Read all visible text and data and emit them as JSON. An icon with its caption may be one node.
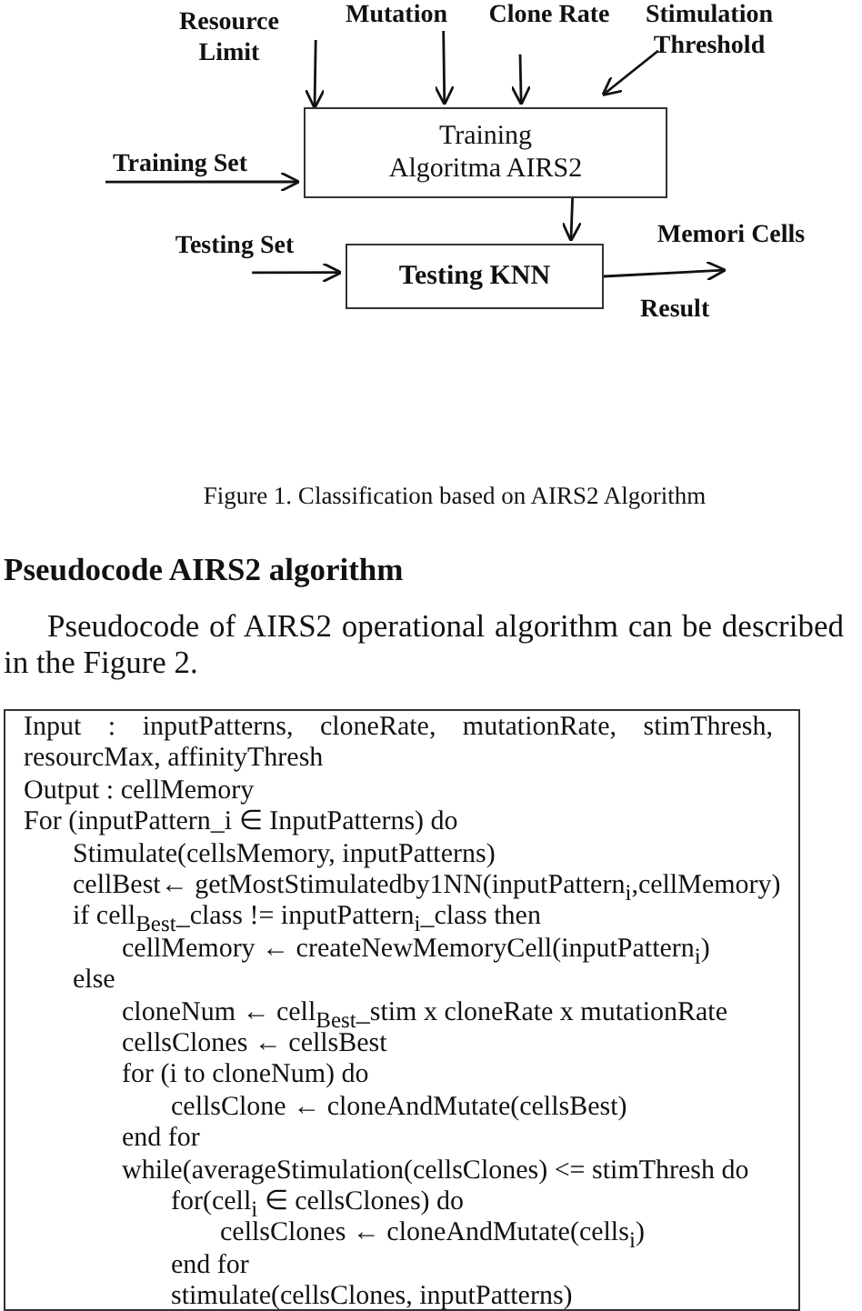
{
  "diagram": {
    "caption": "Figure 1. Classification based on AIRS2 Algorithm",
    "nodes": [
      {
        "text": [
          "Resource Limit"
        ]
      },
      {
        "text": [
          "Mutation"
        ]
      },
      {
        "text": [
          "Clone Rate"
        ]
      },
      {
        "text": [
          "Stimulation Threshold"
        ]
      },
      {
        "text": [
          "Training Set"
        ]
      },
      {
        "text": [
          "Training Algoritma AIRS2"
        ]
      },
      {
        "text": [
          "Testing Set"
        ]
      },
      {
        "text": [
          "Testing KNN"
        ]
      },
      {
        "text": [
          "Memori Cells"
        ]
      },
      {
        "text": [
          "Input : inputPatterns, cloneRate, mutationRate, stimThresh, resourcMax, affinityThresh",
          "Output : cellMemory",
          "For (inputPattern_i ∈ InputPatterns) do",
          "Stimulate(cellsMemory, inputPatterns)",
          "cellBest← getMostStimulatedby1NN(inputPattern$_{i}$,cellMemory)",
          "if cell$_{Best}$_class != inputPattern$_{i}$_class then",
          "cellMemory ← createNewMemoryCell(inputPattern$_{i}$)",
          "else",
          "cloneNum ← cell$_{Best}$_stim x cloneRate x mutationRate",
          "cellsClones ← cellsBest",
          "for (i to cloneNum) do",
          "cellsClone ← cloneAndMutate(cellsBest)",
          "end for",
          "while(averageStimulation(cellsClones) <= stimThresh do",
          "for(cell$_{i}$ ∈ cellsClones) do",
          "cellsClones ← cloneAndMutate(cells$_{i}$)",
          "end for",
          "stimulate(cellsClones, inputPatterns)"
        ]
      }
    ],
    "edges": [
      {
        "from": 0,
        "to": 5,
        "arrow": "to"
      },
      {
        "from": 1,
        "to": 5,
        "arrow": "to"
      },
      {
        "from": 2,
        "to": 5,
        "arrow": "to"
      },
      {
        "from": 3,
        "to": 5,
        "arrow": "to"
      },
      {
        "from": 4,
        "to": 5,
        "arrow": "to"
      },
      {
        "from": 5,
        "to": 7,
        "arrow": "to"
      },
      {
        "from": 6,
        "to": 7,
        "arrow": "to"
      },
      {
        "from": 7,
        "to": 8,
        "arrow": "to"
      }
    ],
    "labels": [
      "Result",
      "Pseudocode AIRS2 algorithm",
      "Pseudocode of AIRS2 operational algorithm can be described in the Figure 2."
    ]
  }
}
